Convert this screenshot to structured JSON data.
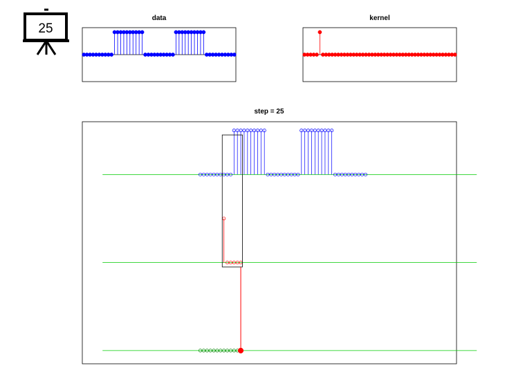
{
  "icon": {
    "name": "presentation-board-icon",
    "label": "25"
  },
  "colors": {
    "data": "#0000ff",
    "kernel": "#ff0000",
    "result": "#008000",
    "baseline": "#00cc00",
    "frame": "#000000"
  },
  "chart_data": [
    {
      "type": "stem",
      "title": "data",
      "x": [
        1,
        2,
        3,
        4,
        5,
        6,
        7,
        8,
        9,
        10,
        11,
        12,
        13,
        14,
        15,
        16,
        17,
        18,
        19,
        20,
        21,
        22,
        23,
        24,
        25,
        26,
        27,
        28,
        29,
        30,
        31,
        32,
        33,
        34,
        35,
        36,
        37,
        38,
        39,
        40,
        41,
        42,
        43,
        44,
        45,
        46,
        47,
        48,
        49,
        50
      ],
      "values": [
        0,
        0,
        0,
        0,
        0,
        0,
        0,
        0,
        0,
        0,
        1,
        1,
        1,
        1,
        1,
        1,
        1,
        1,
        1,
        1,
        0,
        0,
        0,
        0,
        0,
        0,
        0,
        0,
        0,
        0,
        1,
        1,
        1,
        1,
        1,
        1,
        1,
        1,
        1,
        1,
        0,
        0,
        0,
        0,
        0,
        0,
        0,
        0,
        0,
        0
      ],
      "xlim": [
        0.5,
        50.5
      ],
      "ylim": [
        -1.2,
        1.2
      ],
      "color": "#0000ff"
    },
    {
      "type": "stem",
      "title": "kernel",
      "x": [
        1,
        2,
        3,
        4,
        5,
        6,
        7,
        8,
        9,
        10,
        11,
        12,
        13,
        14,
        15,
        16,
        17,
        18,
        19,
        20,
        21,
        22,
        23,
        24,
        25,
        26,
        27,
        28,
        29,
        30,
        31,
        32,
        33,
        34,
        35,
        36,
        37,
        38,
        39,
        40,
        41,
        42,
        43,
        44,
        45,
        46,
        47,
        48,
        49,
        50
      ],
      "values": [
        0,
        0,
        0,
        0,
        0,
        1,
        0,
        0,
        0,
        0,
        0,
        0,
        0,
        0,
        0,
        0,
        0,
        0,
        0,
        0,
        0,
        0,
        0,
        0,
        0,
        0,
        0,
        0,
        0,
        0,
        0,
        0,
        0,
        0,
        0,
        0,
        0,
        0,
        0,
        0,
        0,
        0,
        0,
        0,
        0,
        0,
        0,
        0,
        0,
        0
      ],
      "xlim": [
        0.5,
        50.5
      ],
      "ylim": [
        -1.2,
        1.2
      ],
      "color": "#ff0000"
    },
    {
      "type": "stem",
      "title": "step = 25",
      "step": 25,
      "xlim": [
        -10,
        101
      ],
      "ylim": [
        -4.3,
        1.2
      ],
      "data_row": {
        "baseline": 0,
        "x_start": 25,
        "values": [
          0,
          0,
          0,
          0,
          0,
          0,
          0,
          0,
          0,
          0,
          1,
          1,
          1,
          1,
          1,
          1,
          1,
          1,
          1,
          1,
          0,
          0,
          0,
          0,
          0,
          0,
          0,
          0,
          0,
          0,
          1,
          1,
          1,
          1,
          1,
          1,
          1,
          1,
          1,
          1,
          0,
          0,
          0,
          0,
          0,
          0,
          0,
          0,
          0,
          0
        ],
        "color": "#0000ff"
      },
      "kernel_row": {
        "baseline": -2,
        "x_start": 32,
        "values": [
          1,
          0,
          0,
          0,
          0,
          0
        ],
        "color": "#ff0000"
      },
      "result_row": {
        "baseline": -4,
        "x_start": 25,
        "values": [
          0,
          0,
          0,
          0,
          0,
          0,
          0,
          0,
          0,
          0,
          0,
          0,
          0
        ],
        "current_index": 37,
        "color": "#008000"
      },
      "window": {
        "x0": 31.5,
        "x1": 37.5,
        "y0": -2.1,
        "y1": 0.9
      },
      "baseline_x": [
        -4,
        107
      ]
    }
  ]
}
